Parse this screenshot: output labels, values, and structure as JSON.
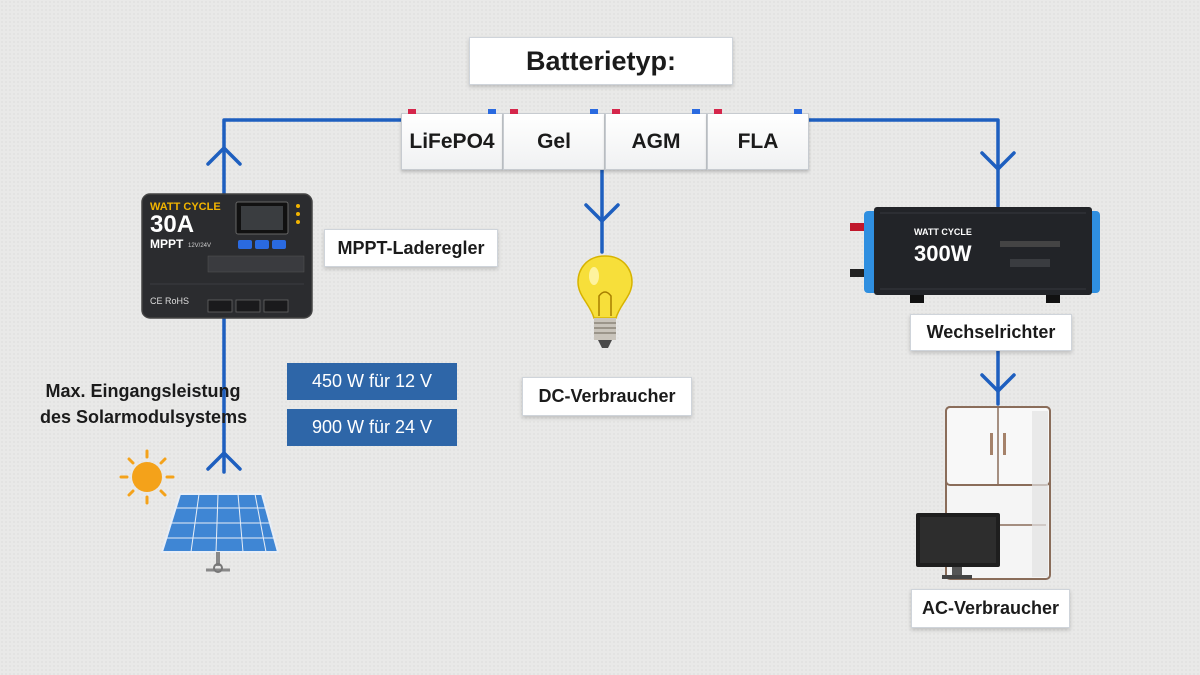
{
  "title": "Batterietyp:",
  "battery_types": [
    "LiFePO4",
    "Gel",
    "AGM",
    "FLA"
  ],
  "controller": {
    "label": "MPPT-Laderegler",
    "brand": "WATT CYCLE",
    "rating": "30A",
    "type": "MPPT",
    "voltage": "12V/24V",
    "marks": "CE RoHS"
  },
  "solar_input": {
    "label_line1": "Max. Eingangsleistung",
    "label_line2": "des Solarmodulsystems",
    "power_12v": "450 W für 12 V",
    "power_24v": "900 W für 24 V"
  },
  "dc_load": {
    "label": "DC-Verbraucher"
  },
  "inverter": {
    "label": "Wechselrichter",
    "brand": "WATT CYCLE",
    "rating": "300W"
  },
  "ac_load": {
    "label": "AC-Verbraucher"
  },
  "colors": {
    "wire": "#1e5fbf",
    "box_blue": "#2e66a8",
    "inverter_blue": "#2f8fe0",
    "sun": "#f4a21a"
  }
}
